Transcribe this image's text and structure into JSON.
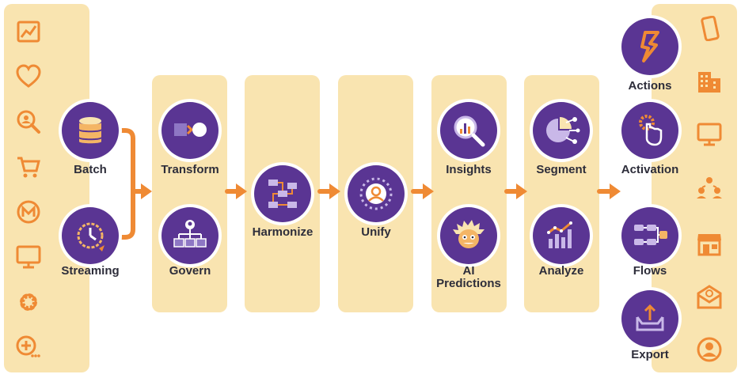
{
  "diagram": {
    "ingest": {
      "batch": "Batch",
      "streaming": "Streaming"
    },
    "stages": {
      "transform": "Transform",
      "govern": "Govern",
      "harmonize": "Harmonize",
      "unify": "Unify",
      "insights": "Insights",
      "ai_predictions_line1": "AI",
      "ai_predictions_line2": "Predictions",
      "segment": "Segment",
      "analyze": "Analyze"
    },
    "outputs": {
      "actions": "Actions",
      "activation": "Activation",
      "flows": "Flows",
      "export": "Export"
    },
    "source_icons": [
      "chart-icon",
      "heart-icon",
      "search-person-icon",
      "cart-icon",
      "mulesoft-icon",
      "monitor-icon",
      "gear-icon",
      "add-more-icon"
    ],
    "target_icons": [
      "phone-icon",
      "building-icon",
      "monitor-icon",
      "people-network-icon",
      "storefront-icon",
      "email-icon",
      "user-icon"
    ],
    "colors": {
      "panel": "#f9e4b0",
      "node": "#5a3593",
      "accent": "#ef8a34"
    }
  }
}
